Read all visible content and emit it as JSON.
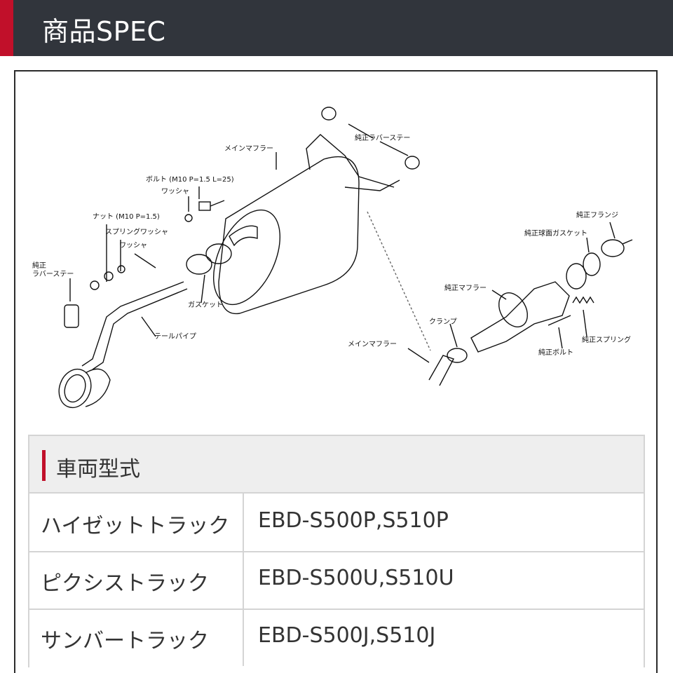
{
  "header": {
    "title": "商品SPEC"
  },
  "diagram": {
    "labels": {
      "main_muffler": "メインマフラー",
      "rubber_stay_right": "純正ラバーステー",
      "bolt": "ボルト (M10 P=1.5 L=25)",
      "washer_top": "ワッシャ",
      "nut": "ナット (M10 P=1.5)",
      "spring_washer": "スプリングワッシャ",
      "washer_mid": "ワッシャ",
      "rubber_stay_left_1": "純正",
      "rubber_stay_left_2": "ラバーステー",
      "gasket": "ガスケット",
      "tail_pipe": "テールパイプ",
      "flange": "純正フランジ",
      "ball_gasket": "純正球面ガスケット",
      "stock_muffler": "純正マフラー",
      "clamp": "クランプ",
      "main_muffler_2": "メインマフラー",
      "stock_spring": "純正スプリング",
      "stock_bolt": "純正ボルト"
    }
  },
  "spec": {
    "heading": "車両型式",
    "rows": [
      {
        "name": "ハイゼットトラック",
        "code": "EBD-S500P,S510P"
      },
      {
        "name": "ピクシストラック",
        "code": "EBD-S500U,S510U"
      },
      {
        "name": "サンバートラック",
        "code": "EBD-S500J,S510J"
      }
    ]
  }
}
